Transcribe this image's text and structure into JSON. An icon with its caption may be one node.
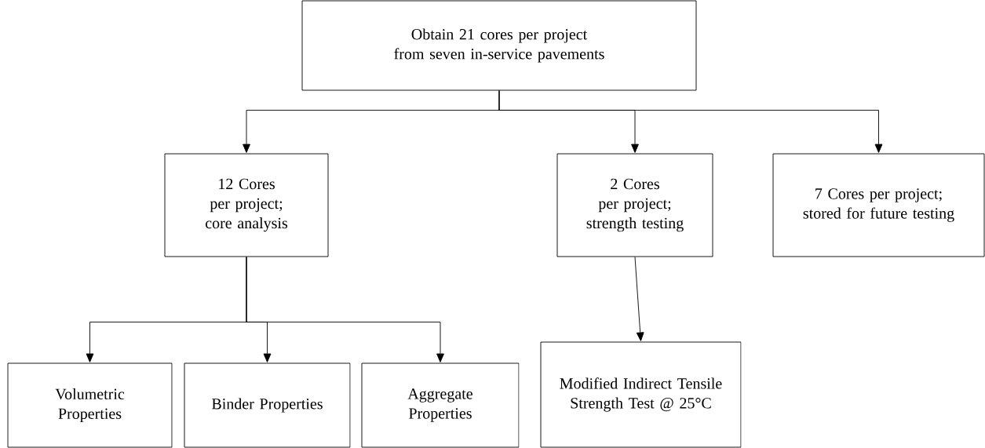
{
  "diagram": {
    "nodes": [
      {
        "text": [
          "Obtain 21 cores per project from seven in-service pavements"
        ]
      },
      {
        "text": [
          "12 Cores per project; core analysis"
        ]
      },
      {
        "text": [
          "2 Cores per project; strength testing"
        ]
      },
      {
        "text": [
          "7 Cores per project; stored for future testing"
        ]
      },
      {
        "text": [
          "Volumetric Properties"
        ]
      },
      {
        "text": [
          "Binder Properties"
        ]
      },
      {
        "text": [
          "Aggregate Properties"
        ]
      },
      {
        "text": [
          "Modified Indirect Tensile Strength Test @ 25°C"
        ]
      }
    ],
    "edges": [
      {
        "from": 0,
        "to": 1,
        "arrow": "to"
      },
      {
        "from": 0,
        "to": 2,
        "arrow": "to"
      },
      {
        "from": 0,
        "to": 3,
        "arrow": "to"
      },
      {
        "from": 1,
        "to": 4,
        "arrow": "to"
      },
      {
        "from": 1,
        "to": 5,
        "arrow": "to"
      },
      {
        "from": 1,
        "to": 6,
        "arrow": "to"
      },
      {
        "from": 2,
        "to": 7,
        "arrow": "to"
      }
    ]
  }
}
